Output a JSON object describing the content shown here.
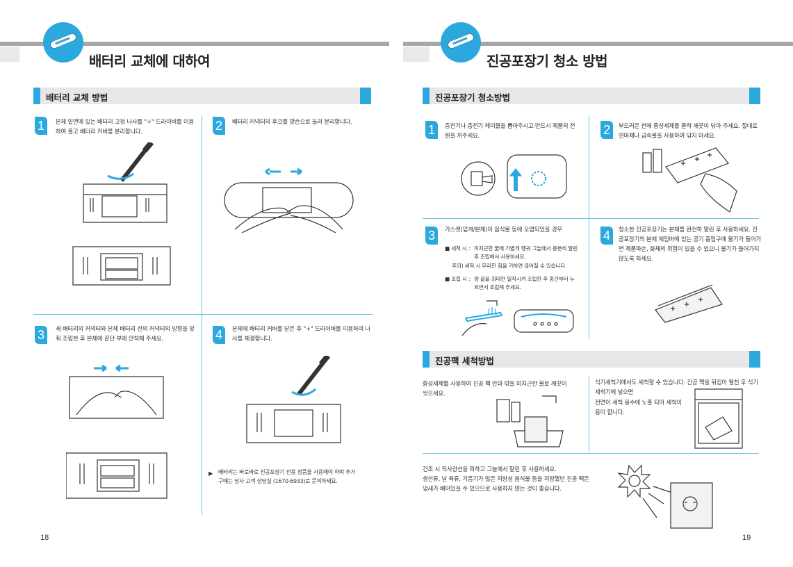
{
  "left": {
    "title": "배터리 교체에 대하여",
    "section": "배터리 교체 방법",
    "steps": [
      {
        "num": "1",
        "text": "본체 밑면에 있는 배터리 고정 나사를 \"+\" 드라이버를 이용하여 풀고 배터리 커버를 분리합니다."
      },
      {
        "num": "2",
        "text": "배터리 커넥터의 후크를 양손으로 눌러 분리합니다."
      },
      {
        "num": "3",
        "text": "새 배터리의 커넥터와 본체 배터리 선의 커넥터의 방향을 맞춰 조립한 후 본체에 끝단 부에 안착해 주세요."
      },
      {
        "num": "4",
        "text": "본체에 배터리 커버를 닫은 후 \"+\" 드라이버를 이용하여 나사를 체결합니다."
      }
    ],
    "note_bullet": "▶",
    "note": "배터리는 바로바로 진공포장기 전용 정품을 사용해야 하며 추가 구매는 당사 고객 상담실 (1670-6933)로 문의하세요.",
    "page": "18"
  },
  "right": {
    "title": "진공포장기 청소 방법",
    "section1": "진공포장기 청소방법",
    "steps": [
      {
        "num": "1",
        "text": "충전기나 충전기 케이블을 뽑아주시고 반드시 제품의 전원을 꺼주세요."
      },
      {
        "num": "2",
        "text": "부드러운 천에 중성세제를 묻혀 깨끗이 닦아 주세요. 절대로 연마제나 금속물을 사용하여 닦지 마세요."
      },
      {
        "num": "3",
        "text": "가스켓(덮개/본체)이 음식물 등에 오염되었을 경우"
      },
      {
        "num": "4",
        "text": "청소한 진공포장기는 본체를 완전히 말린 후 사용하세요. 진공포장기의 본체 체임버에 있는 공기 흡입구에 물기가 들어가면 제품파손, 화재의 위험이 있을 수 있으니 물기가 들어가지 않도록 하세요."
      }
    ],
    "step3_bullets": [
      {
        "label": "■ 세척 시 :",
        "text": "미지근한 물에 가볍게 헹궈 그늘에서 충분히 말린 후 조립해서 사용하세요."
      },
      {
        "label": "",
        "text": "주의) 세척 시 무리한 힘을 가하면 끊어질 수 있습니다."
      },
      {
        "label": "■ 조립 시 :",
        "text": "양 끝을 최대한 밀착시켜 조립한 후 중간부터 누르면서 조립해 주세요."
      }
    ],
    "section2": "진공팩 세척방법",
    "pack_left": "중성세제를 사용하여 진공 팩 안과 밖을 미지근한 물로 깨끗이 씻으세요.",
    "pack_right_1": "식기세척기에서도 세척할 수 있습니다. 진공 팩을 뒤집어 펼친 후 식기세척기에 넣으면",
    "pack_right_2": "전면이 세척 용수에 노출 되어 세척이 용이 합니다.",
    "pack_bottom_1": "건조 시 직사광선을 피하고 그늘에서 말린 후 사용하세요.",
    "pack_bottom_2": "생선류, 날 육류, 기름기가 많은 지방성 음식물 등을 저장했던 진공 팩은 냄새가 배어있을 수 있으므로 사용하지 않는 것이 좋습니다.",
    "page": "19"
  },
  "colors": {
    "accent": "#2ba9de",
    "gray_band": "#a7a7a7",
    "section_bg": "#e7e7e7"
  }
}
